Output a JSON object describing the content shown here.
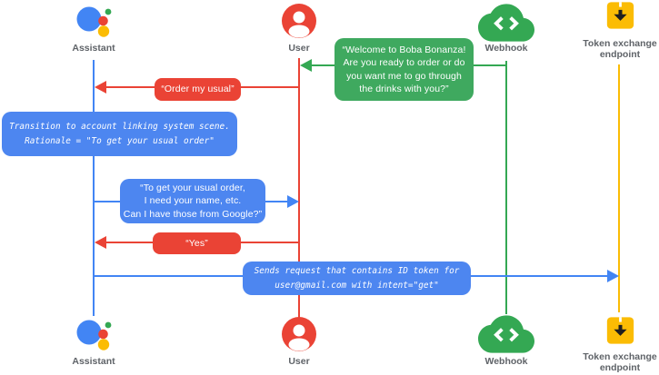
{
  "colors": {
    "assistant_blue": "#4285F4",
    "user_red": "#EA4335",
    "webhook_green": "#34A853",
    "token_yellow": "#FBBC04",
    "bubble_blue": "#4D86F0",
    "bubble_green": "#3FA95F",
    "label_gray": "#5f6368"
  },
  "actors": {
    "assistant": {
      "label": "Assistant"
    },
    "user": {
      "label": "User"
    },
    "webhook": {
      "label": "Webhook"
    },
    "token_endpoint": {
      "label": "Token exchange\nendpoint"
    }
  },
  "messages": {
    "welcome": {
      "from": "Webhook",
      "to": "User",
      "text": "“Welcome to Boba Bonanza!\nAre you ready to order or do\nyou want me to go through\nthe drinks with you?”"
    },
    "order_my_usual": {
      "from": "User",
      "to": "Assistant",
      "text": "“Order my usual”"
    },
    "transition_note": {
      "from": "Assistant",
      "to": "Assistant",
      "text": "Transition to account linking system scene.\nRationale = \"To get your usual order\""
    },
    "ask_permission": {
      "from": "Assistant",
      "to": "User",
      "text": "“To get your usual order,\nI need your name, etc.\nCan I have those from Google?”"
    },
    "yes": {
      "from": "User",
      "to": "Assistant",
      "text": "“Yes”"
    },
    "send_request": {
      "from": "Assistant",
      "to": "Token exchange endpoint",
      "text": "Sends request that contains ID token for\nuser@gmail.com with intent=\"get\""
    }
  }
}
